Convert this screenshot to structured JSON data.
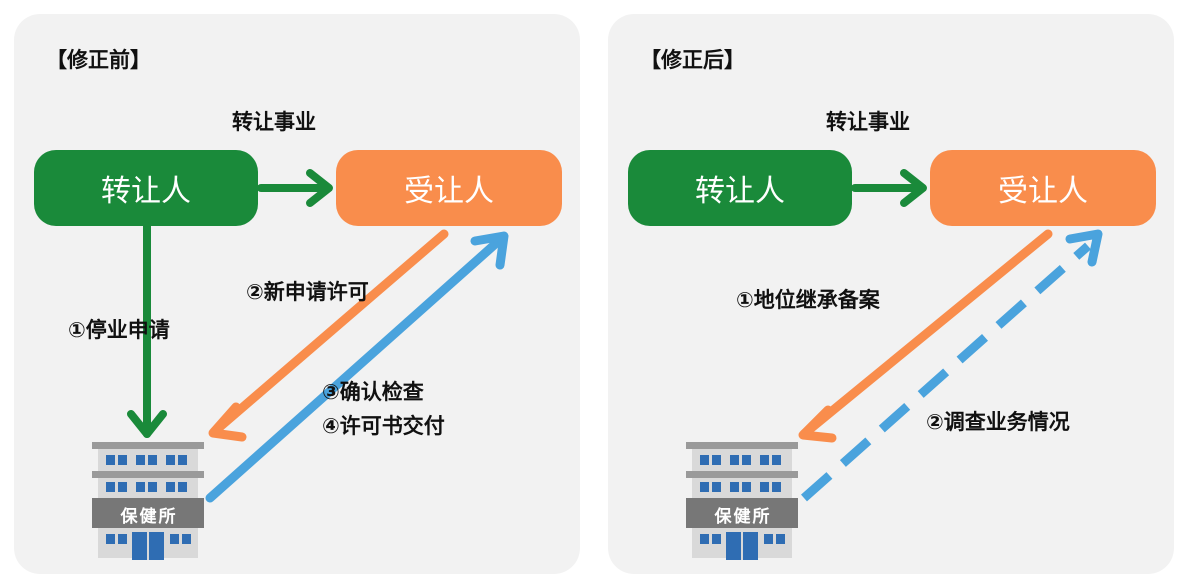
{
  "before": {
    "title": "【修正前】",
    "caption": "转让事业",
    "transferor": "转让人",
    "transferee": "受让人",
    "step1": "①停业申请",
    "step2": "②新申请许可",
    "step3": "③确认检查",
    "step4": "④许可书交付",
    "building_sign": "保健所"
  },
  "after": {
    "title": "【修正后】",
    "caption": "转让事业",
    "transferor": "转让人",
    "transferee": "受让人",
    "step1": "①地位继承备案",
    "step2": "②调查业务情况",
    "building_sign": "保健所"
  },
  "colors": {
    "green": "#1a8a3a",
    "orange": "#f98d4c",
    "blue": "#4aa3dd",
    "panel_bg": "#f2f2f2"
  }
}
